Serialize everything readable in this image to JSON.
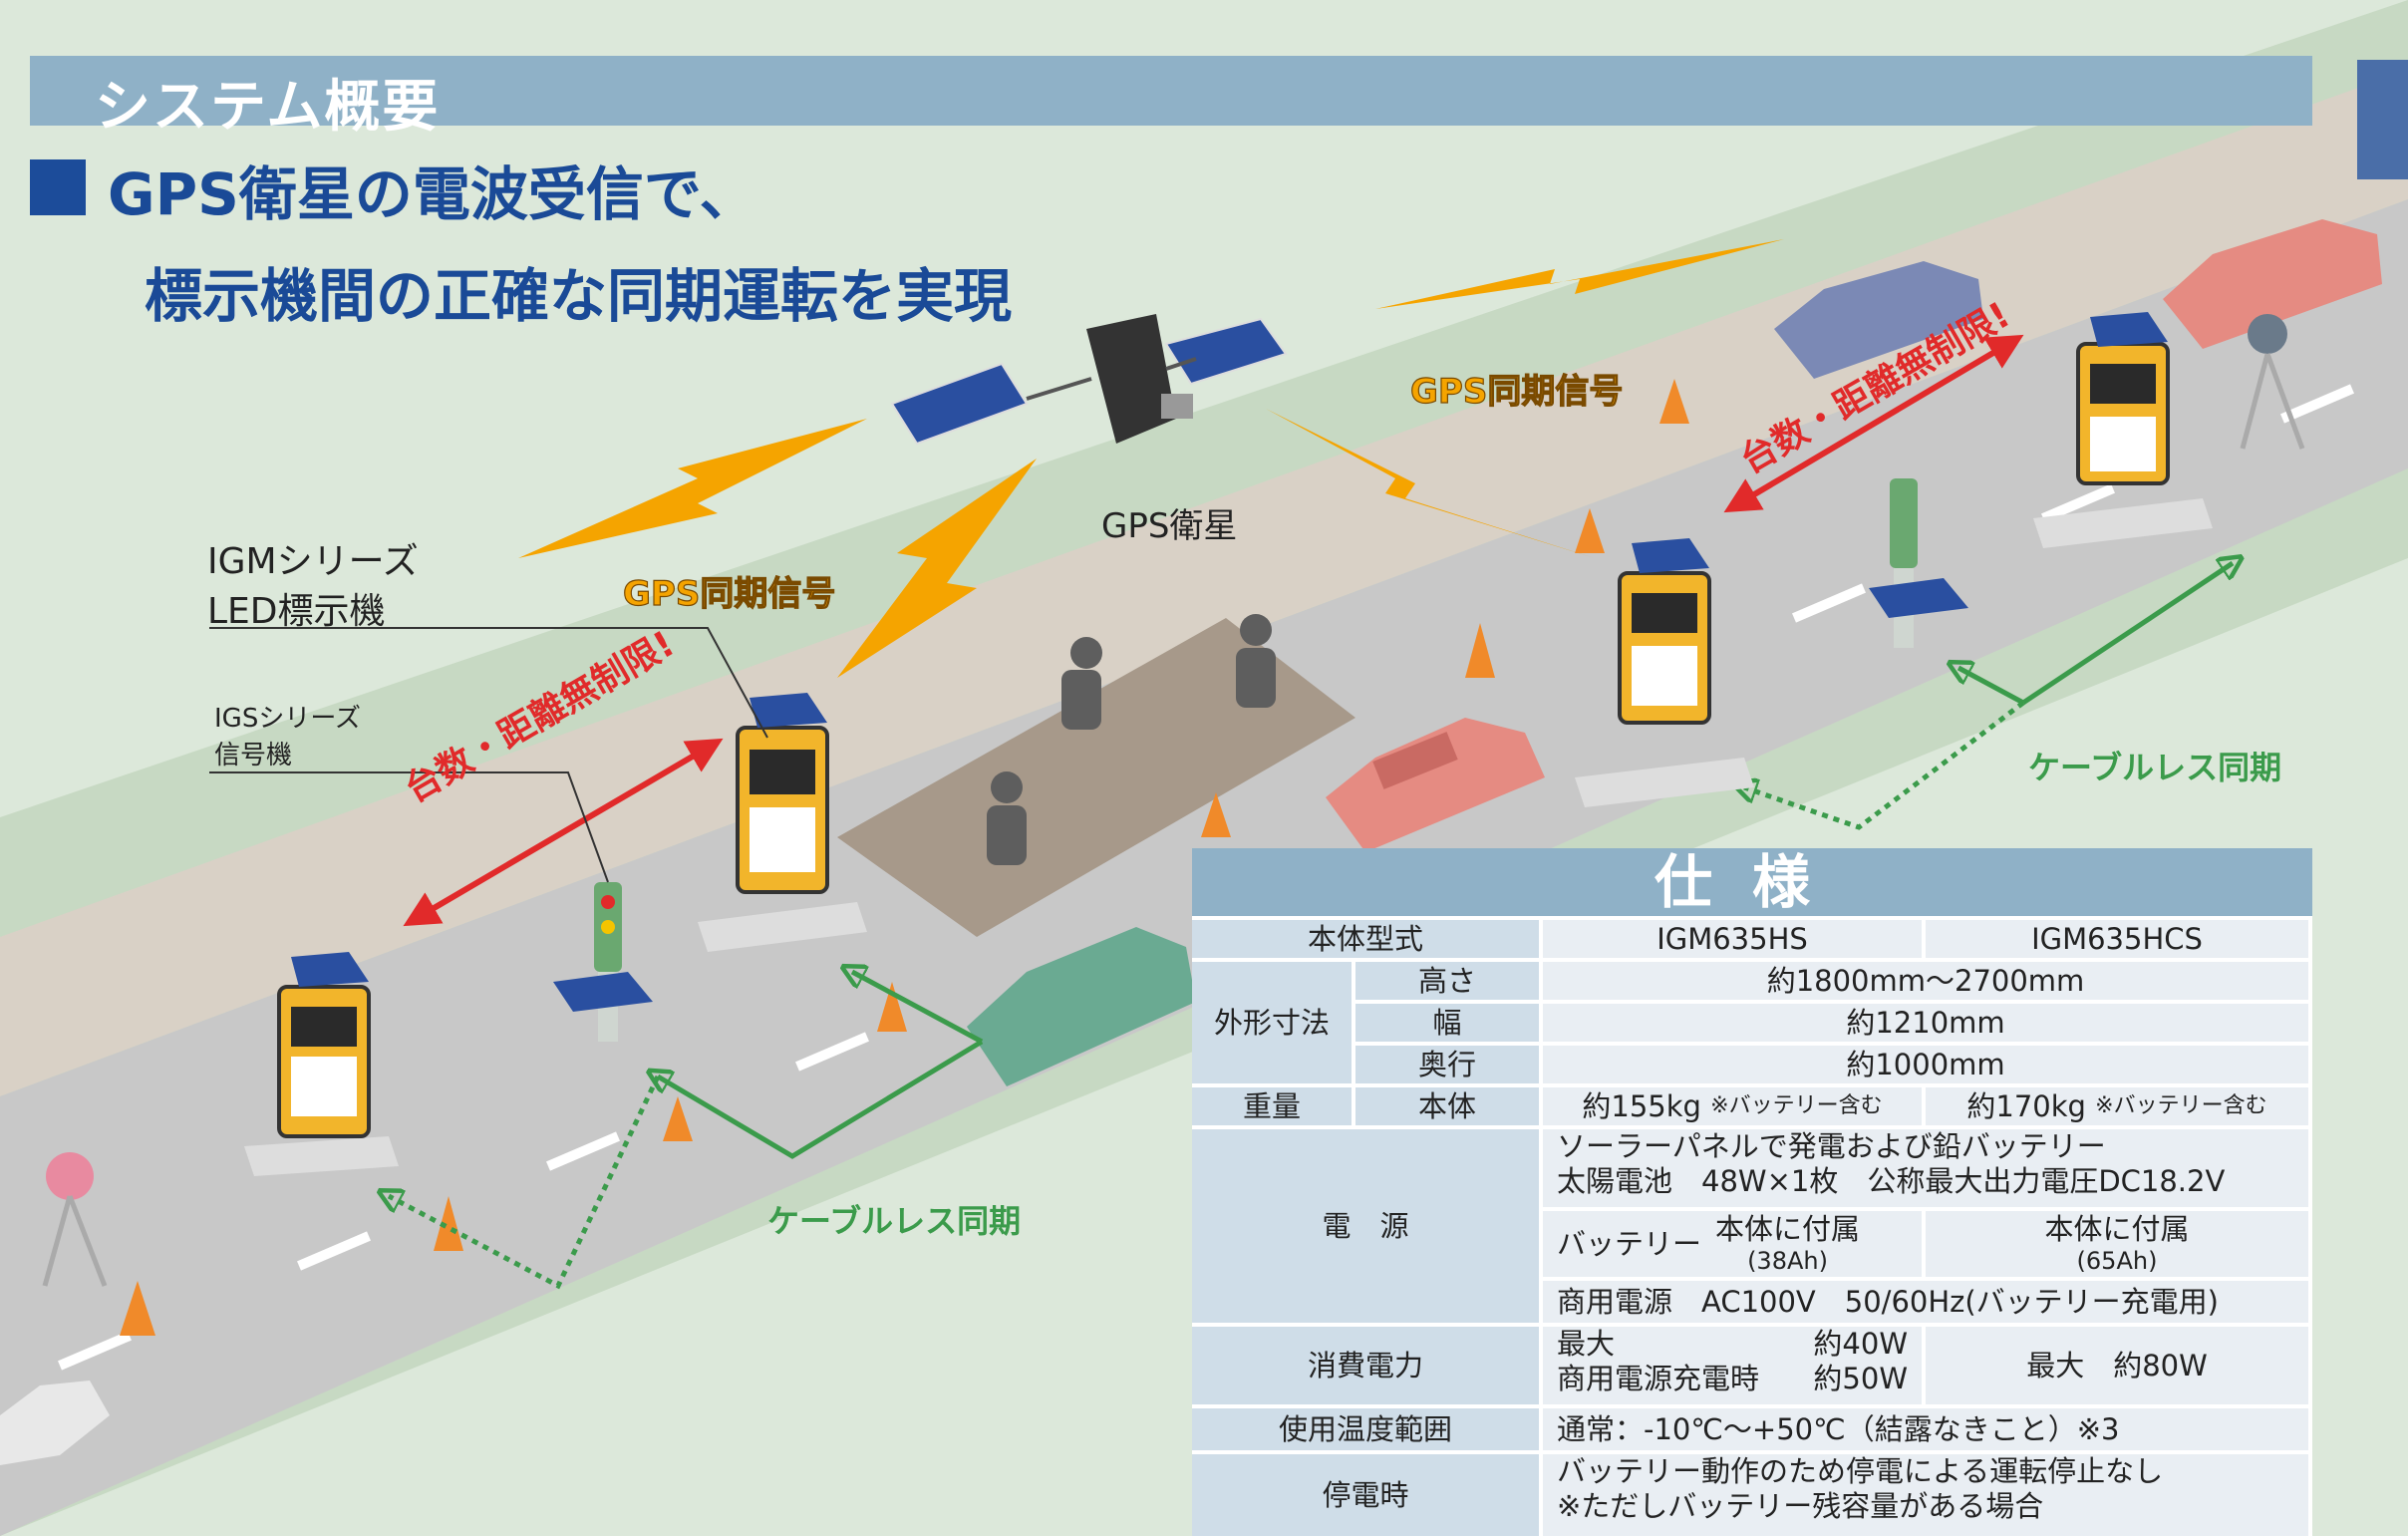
{
  "header": {
    "title": "システム概要"
  },
  "headline": {
    "line1": "GPS衛星の電波受信で、",
    "line2": "標示機間の正確な同期運転を実現"
  },
  "labels": {
    "satellite": "GPS衛星",
    "gps_signal_left": "GPS同期信号",
    "gps_signal_right": "GPS同期信号",
    "igm_line1": "IGMシリーズ",
    "igm_line2": "LED標示機",
    "igs_line1": "IGSシリーズ",
    "igs_line2": "信号機",
    "unlimited_left": "台数・距離無制限!",
    "unlimited_right": "台数・距離無制限!",
    "cableless_left": "ケーブルレス同期",
    "cableless_right": "ケーブルレス同期"
  },
  "spec": {
    "title": "仕様",
    "model_label": "本体型式",
    "model_a": "IGM635HS",
    "model_b": "IGM635HCS",
    "dimensions_label": "外形寸法",
    "height_label": "高さ",
    "height_value": "約1800mm〜2700mm",
    "width_label": "幅",
    "width_value": "約1210mm",
    "depth_label": "奥行",
    "depth_value": "約1000mm",
    "weight_label": "重量",
    "body_label": "本体",
    "weight_a": "約155kg",
    "weight_a_note": "※バッテリー含む",
    "weight_b": "約170kg",
    "weight_b_note": "※バッテリー含む",
    "power_label": "電　源",
    "power_line1": "ソーラーパネルで発電および鉛バッテリー",
    "power_line2": "太陽電池　48W×1枚　公称最大出力電圧DC18.2V",
    "battery_label": "バッテリー",
    "battery_a": "本体に付属",
    "battery_a_cap": "(38Ah)",
    "battery_b": "本体に付属",
    "battery_b_cap": "(65Ah)",
    "commercial_power": "商用電源　AC100V　50/60Hz(バッテリー充電用)",
    "consumption_label": "消費電力",
    "consumption_a_line1_label": "最大",
    "consumption_a_line1_value": "約40W",
    "consumption_a_line2_label": "商用電源充電時",
    "consumption_a_line2_value": "約50W",
    "consumption_b": "最大　約80W",
    "temp_label": "使用温度範囲",
    "temp_value": "通常：-10℃〜+50℃（結露なきこと）※3",
    "outage_label": "停電時",
    "outage_line1": "バッテリー動作のため停電による運転停止なし",
    "outage_line2": "※ただしバッテリー残容量がある場合"
  },
  "colors": {
    "header_bar": "#8fb1c7",
    "headline": "#1a4a97",
    "gps_signal": "#f5a400",
    "cableless_arrow": "#3b9b4b",
    "unlimited_arrow": "#e12a2a",
    "road": "#c8c8c8",
    "grass": "#c7d9c3",
    "sign_yellow": "#f2b52b"
  }
}
